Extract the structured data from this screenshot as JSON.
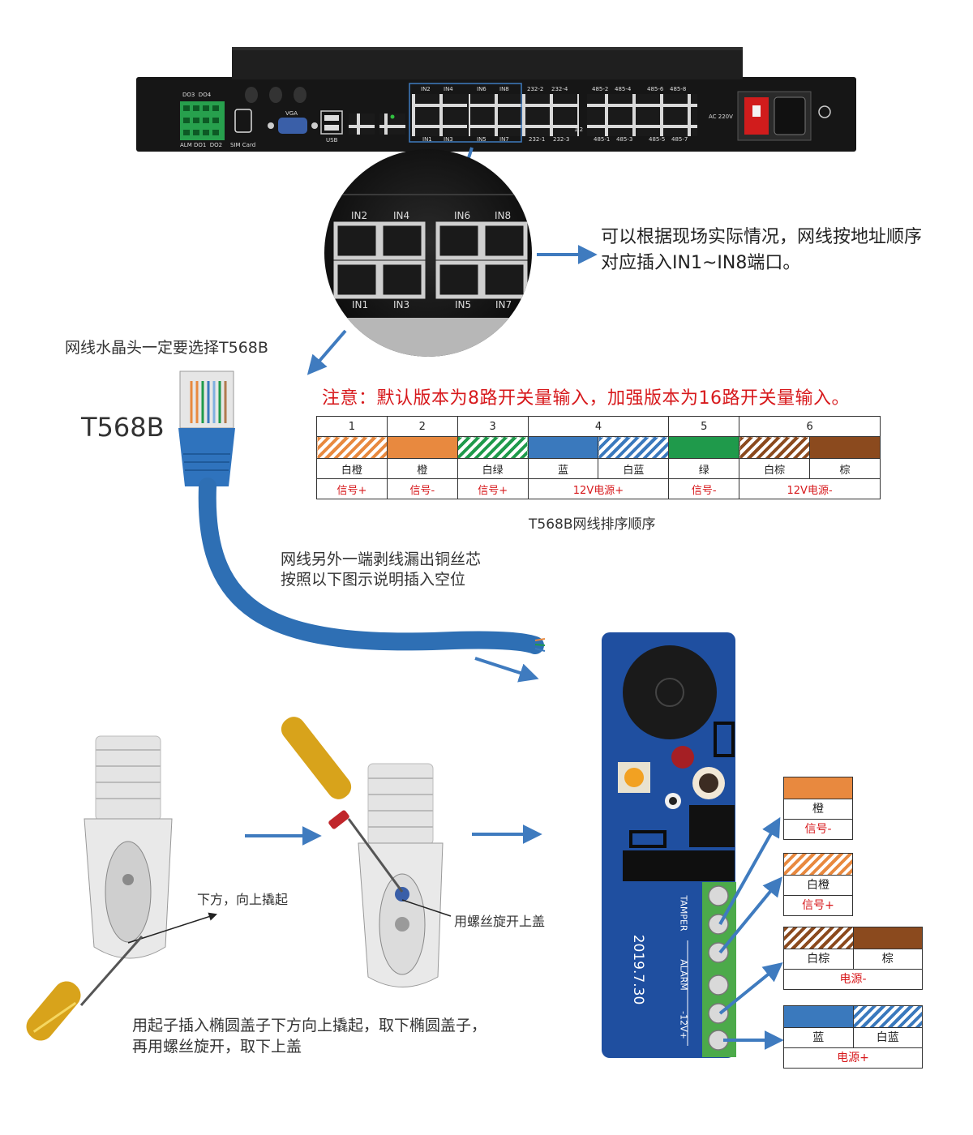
{
  "device": {
    "ports": {
      "do_top": "DO3  DO4",
      "do_bottom": "ALM DO1  DO2",
      "sim": "SIM Card",
      "vga": "VGA",
      "usb": "USB",
      "in_top": [
        "IN2",
        "IN4",
        "IN6",
        "IN8"
      ],
      "in_bottom": [
        "IN1",
        "IN3",
        "IN5",
        "IN7"
      ],
      "rs232_top": [
        "232-2",
        "232-4"
      ],
      "rs232_bottom": [
        "232-1",
        "232-3"
      ],
      "rs485_top": [
        "485-2",
        "485-4",
        "485-6",
        "485-8"
      ],
      "rs485_bottom": [
        "485-1",
        "485-3",
        "485-5",
        "485-7"
      ],
      "ac": "AC 220V",
      "small_12": "1 2"
    }
  },
  "zoom": {
    "labels_top": [
      "IN2",
      "IN4",
      "IN6",
      "IN8"
    ],
    "labels_bottom": [
      "IN1",
      "IN3",
      "IN5",
      "IN7"
    ]
  },
  "texts": {
    "port_note_line1": "可以根据现场实际情况，网线按地址顺序",
    "port_note_line2": "对应插入IN1~IN8端口。",
    "crystal_note": "网线水晶头一定要选择T568B",
    "t568b": "T568B",
    "version_note": "注意：默认版本为8路开关量输入，加强版本为16路开关量输入。",
    "table_caption": "T568B网线排序顺序",
    "strip_note_line1": "网线另外一端剥线漏出铜丝芯",
    "strip_note_line2": "按照以下图示说明插入空位",
    "pry_note": "下方，向上撬起",
    "screw_note": "用螺丝旋开上盖",
    "bottom_note_line1": "用起子插入椭圆盖子下方向上撬起，取下椭圆盖子，",
    "bottom_note_line2": "再用螺丝旋开，取下上盖",
    "board_date": "2019.7.30",
    "terminal_labels": [
      "TAMPER",
      "ALARM",
      "-12V+"
    ]
  },
  "table": {
    "numbers": [
      "1",
      "2",
      "3",
      "4",
      "5",
      "6"
    ],
    "colors": [
      "白橙",
      "橙",
      "白绿",
      "蓝",
      "白蓝",
      "绿",
      "白棕",
      "棕"
    ],
    "signals": [
      "信号+",
      "信号-",
      "信号+",
      "12V电源+",
      "信号-",
      "12V电源-"
    ]
  },
  "cards": [
    {
      "colors": [
        "橙"
      ],
      "signal": "信号-"
    },
    {
      "colors": [
        "白橙"
      ],
      "signal": "信号+"
    },
    {
      "colors": [
        "白棕",
        "棕"
      ],
      "signal": "电源-"
    },
    {
      "colors": [
        "蓝",
        "白蓝"
      ],
      "signal": "电源+"
    }
  ],
  "palette": {
    "orange": "#e8893f",
    "green": "#1f9a4b",
    "blue": "#3a79bd",
    "brown": "#8b4a1e",
    "red_note": "#d7191c",
    "arrow": "#3f7bbf",
    "board": "#1f4fa0"
  }
}
